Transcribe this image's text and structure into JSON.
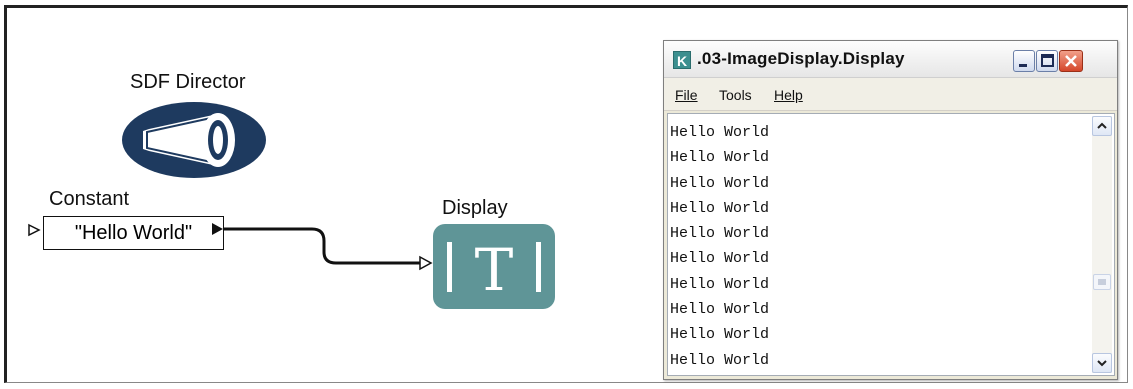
{
  "director": {
    "label": "SDF Director",
    "icon": "megaphone-icon"
  },
  "constant": {
    "label": "Constant",
    "value": "\"Hello World\""
  },
  "display": {
    "label": "Display",
    "icon_glyph": "T"
  },
  "window": {
    "title": ".03-ImageDisplay.Display",
    "app_icon_glyph": "K",
    "menu": {
      "file": "File",
      "tools": "Tools",
      "help": "Help"
    },
    "lines": [
      "Hello World",
      "Hello World",
      "Hello World",
      "Hello World",
      "Hello World",
      "Hello World",
      "Hello World",
      "Hello World",
      "Hello World",
      "Hello World"
    ]
  },
  "colors": {
    "director": "#1e3a5f",
    "display_actor": "#5f9597",
    "close_button": "#d4462a"
  }
}
